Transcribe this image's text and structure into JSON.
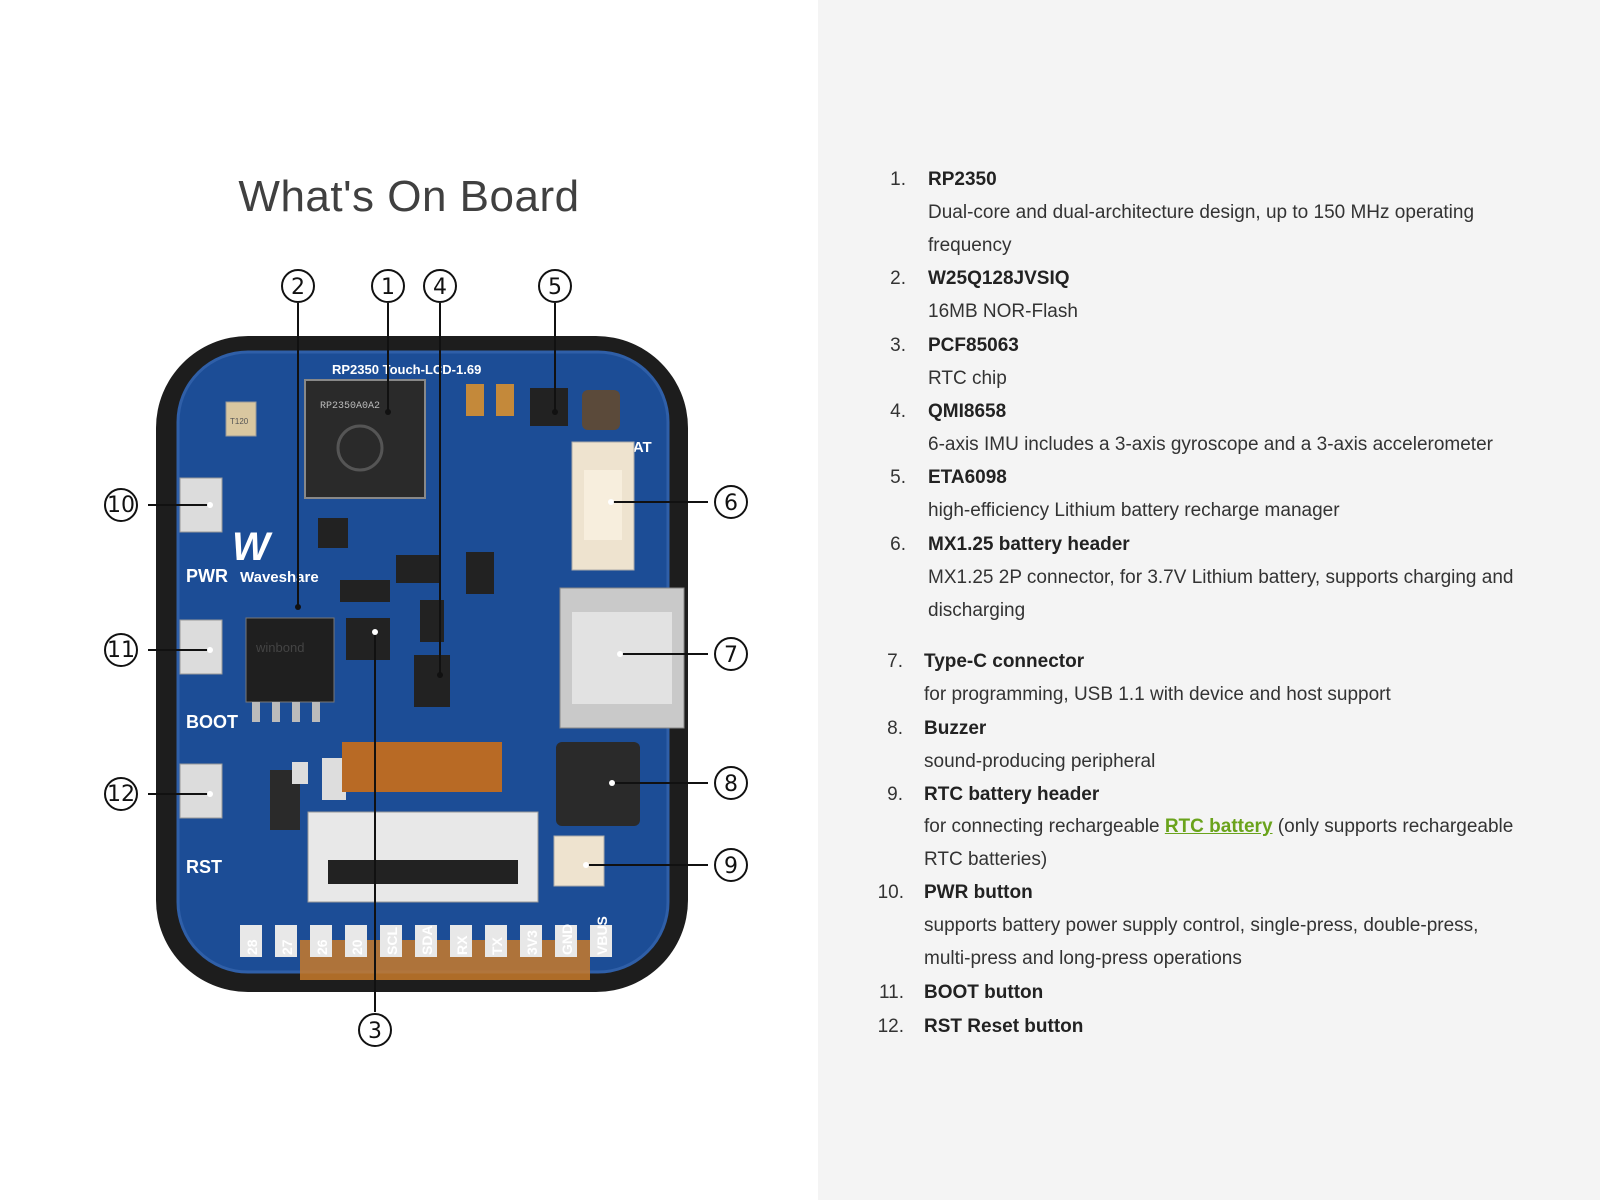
{
  "title": "What's On Board",
  "board": {
    "silk_name": "RP2350 Touch-LCD-1.69",
    "brand": "Waveshare",
    "side_labels": [
      "PWR",
      "BOOT",
      "RST",
      "BAT"
    ],
    "pin_labels": [
      "28",
      "27",
      "26",
      "20",
      "SCL",
      "SDA",
      "RX",
      "TX",
      "3V3",
      "GND",
      "VBUS"
    ],
    "chip_marks": {
      "rp2350": "RP2350A0A2",
      "flash": "winbond",
      "crystal": "T120"
    }
  },
  "callouts": [
    "1",
    "2",
    "3",
    "4",
    "5",
    "6",
    "7",
    "8",
    "9",
    "10",
    "11",
    "12"
  ],
  "components": [
    {
      "num": "1.",
      "name": "RP2350",
      "desc": [
        "Dual-core and dual-architecture design, up to 150 MHz operating",
        "frequency"
      ]
    },
    {
      "num": "2.",
      "name": "W25Q128JVSIQ",
      "desc": [
        "16MB NOR-Flash"
      ]
    },
    {
      "num": "3.",
      "name": "PCF85063",
      "desc": [
        "RTC chip"
      ]
    },
    {
      "num": "4.",
      "name": "QMI8658",
      "desc": [
        "6-axis IMU includes a 3-axis gyroscope and a 3-axis accelerometer"
      ]
    },
    {
      "num": "5.",
      "name": "ETA6098",
      "desc": [
        "high-efficiency Lithium battery recharge manager"
      ]
    },
    {
      "num": "6.",
      "name": "MX1.25 battery header",
      "desc": [
        "MX1.25 2P connector, for 3.7V Lithium battery, supports charging and",
        "discharging"
      ]
    },
    {
      "num": "7.",
      "name": "Type-C connector",
      "desc": [
        "for programming, USB 1.1 with device and host support"
      ]
    },
    {
      "num": "8.",
      "name": "Buzzer",
      "desc": [
        "sound-producing peripheral"
      ]
    },
    {
      "num": "9.",
      "name": "RTC battery header",
      "desc_pre": "for connecting rechargeable ",
      "desc_link": "RTC battery",
      "desc_post": " (only supports rechargeable",
      "desc2": "RTC batteries)"
    },
    {
      "num": "10.",
      "name": "PWR button",
      "desc": [
        "supports battery power supply control, single-press, double-press,",
        "multi-press and long-press operations"
      ]
    },
    {
      "num": "11.",
      "name": "BOOT button",
      "desc": []
    },
    {
      "num": "12.",
      "name": "RST Reset button",
      "desc": []
    }
  ]
}
